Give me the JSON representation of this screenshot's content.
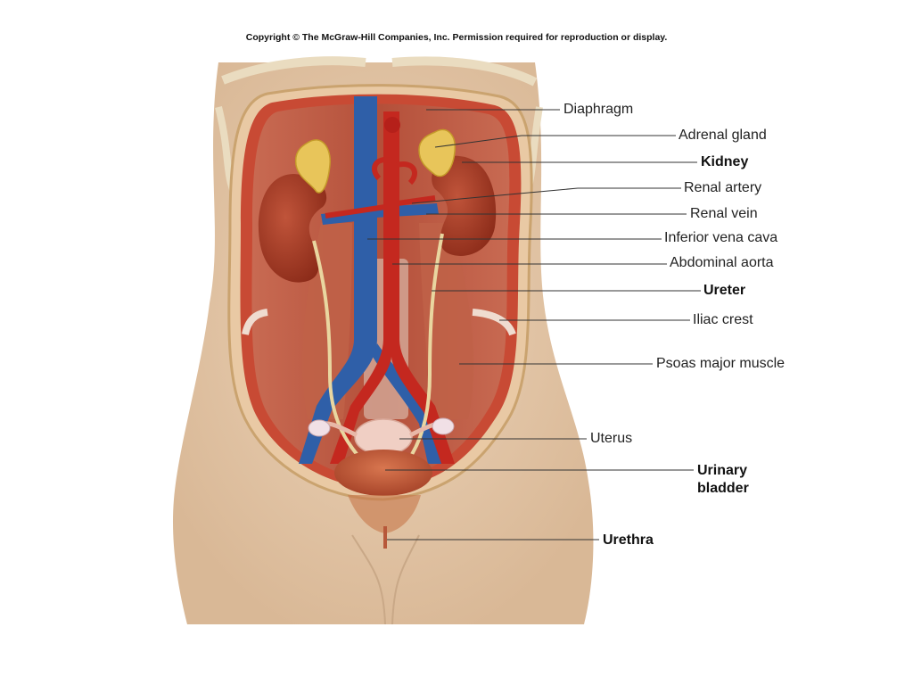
{
  "copyright": "Copyright © The McGraw-Hill Companies, Inc. Permission required for reproduction or display.",
  "labels": {
    "diaphragm": "Diaphragm",
    "adrenal_gland": "Adrenal gland",
    "kidney": "Kidney",
    "renal_artery": "Renal artery",
    "renal_vein": "Renal vein",
    "inferior_vena_cava": "Inferior vena cava",
    "abdominal_aorta": "Abdominal aorta",
    "ureter": "Ureter",
    "iliac_crest": "Iliac crest",
    "psoas_major_muscle": "Psoas major muscle",
    "uterus": "Uterus",
    "urinary_bladder_line1": "Urinary",
    "urinary_bladder_line2": "bladder",
    "urethra": "Urethra"
  },
  "colors": {
    "skin": "#e6c9ac",
    "muscle": "#b8553f",
    "kidney": "#a83a24",
    "artery": "#c4281f",
    "vein": "#2f5fa8",
    "adrenal": "#e8c55a",
    "bladder": "#c75a3a",
    "uterus": "#f0cfc4"
  }
}
